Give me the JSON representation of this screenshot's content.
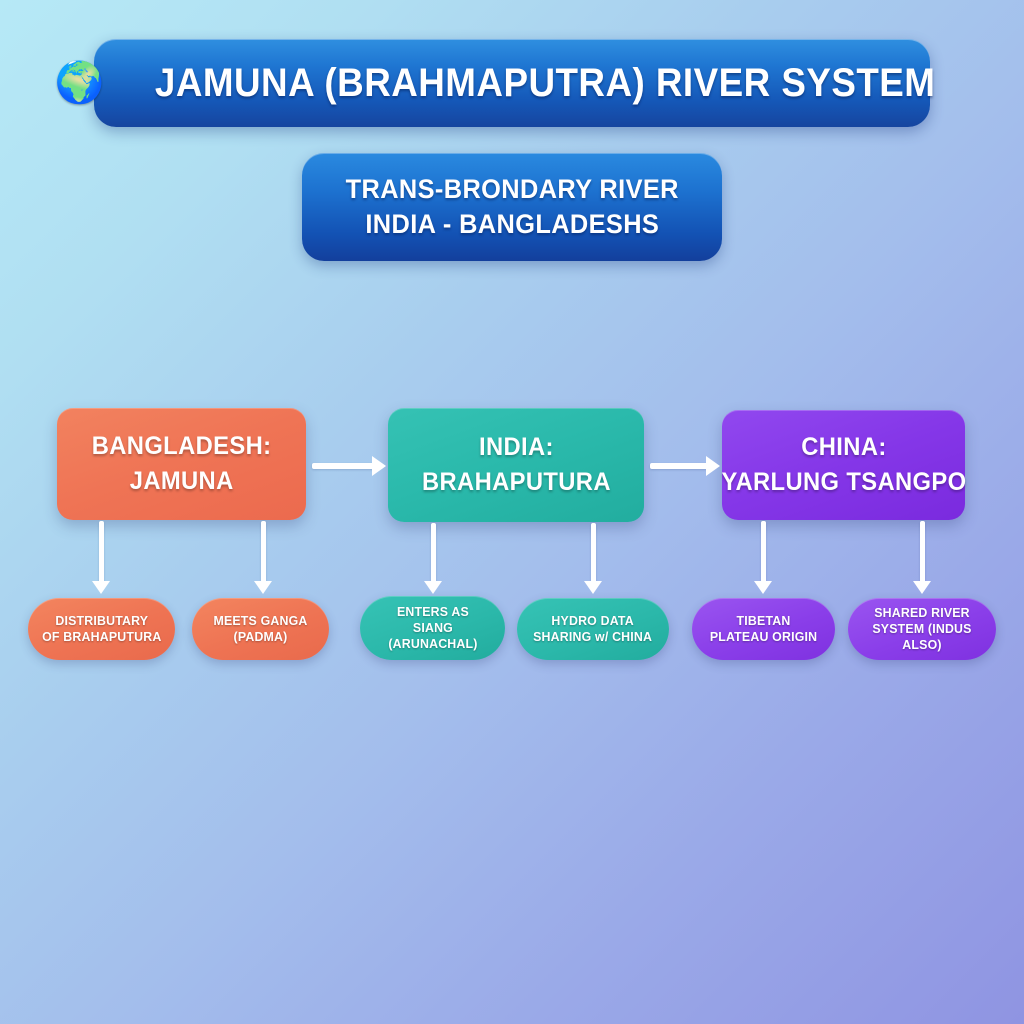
{
  "header": {
    "icon": "globe-icon",
    "icon_glyph": "🌍",
    "title": "JAMUNA (BRAHMAPUTRA) RIVER SYSTEM",
    "banner_color": "#1558b8"
  },
  "subtitle": {
    "line1": "TRANS-BRONDARY RIVER",
    "line2": "INDIA - BANGLADESHS",
    "banner_color": "#1352b4"
  },
  "flow": {
    "nodes": [
      {
        "id": "bangladesh",
        "line1": "BANGLADESH:",
        "line2": "JAMUNA",
        "color": "#ee7455",
        "details": [
          {
            "lines": [
              "DISTRIBUTARY",
              "OF BRAHAPUTURA"
            ]
          },
          {
            "lines": [
              "MEETS GANGA",
              "(PADMA)"
            ]
          }
        ]
      },
      {
        "id": "india",
        "line1": "INDIA:",
        "line2": "BRAHAPUTURA",
        "color": "#2ab9ab",
        "details": [
          {
            "lines": [
              "ENTERS AS",
              "SIANG",
              "(ARUNACHAL)"
            ]
          },
          {
            "lines": [
              "HYDRO DATA",
              "SHARING w/ CHINA"
            ]
          }
        ]
      },
      {
        "id": "china",
        "line1": "CHINA:",
        "line2": "YARLUNG TSANGPO",
        "color": "#8537e8",
        "details": [
          {
            "lines": [
              "TIBETAN",
              "PLATEAU ORIGIN"
            ]
          },
          {
            "lines": [
              "SHARED RIVER",
              "SYSTEM (INDUS ALSO)"
            ]
          }
        ]
      }
    ]
  },
  "background": {
    "from": "#b6e9f6",
    "to": "#8f94e2"
  }
}
